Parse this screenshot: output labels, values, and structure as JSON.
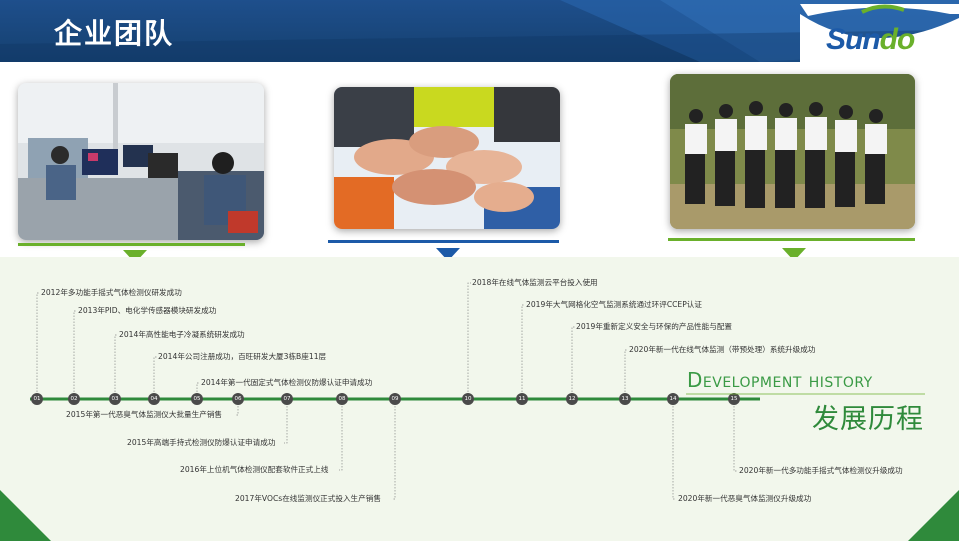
{
  "header": {
    "title": "企业团队",
    "logo": {
      "prefix": "Sun",
      "highlight": "do"
    }
  },
  "photos": [
    {
      "name": "office-workstations-photo",
      "accent": "#6ab02b"
    },
    {
      "name": "stacked-hands-photo",
      "accent": "#1c5aa8"
    },
    {
      "name": "team-huddle-photo",
      "accent": "#6ab02b"
    }
  ],
  "history": {
    "title_en": "Development history",
    "title_zh": "发展历程",
    "nodes": [
      "01",
      "02",
      "03",
      "04",
      "05",
      "06",
      "07",
      "08",
      "09",
      "10",
      "11",
      "12",
      "13",
      "14",
      "15"
    ],
    "events_above": [
      "2012年多功能手摇式气体检测仪研发成功",
      "2013年PID、电化学传感器模块研发成功",
      "2014年高性能电子冷凝系统研发成功",
      "2014年公司注册成功，百旺研发大厦3栋B座11层",
      "2014年第一代固定式气体检测仪防爆认证申请成功",
      "2018年在线气体监测云平台投入使用",
      "2019年大气网格化空气监测系统通过环评CCEP认证",
      "2019年重新定义安全与环保的产品性能与配置",
      "2020年新一代在线气体监测（带预处理）系统升级成功"
    ],
    "events_below": [
      "2015年第一代恶臭气体监测仪大批量生产销售",
      "2015年高端手持式检测仪防爆认证申请成功",
      "2016年上位机气体检测仪配套软件正式上线",
      "2017年VOCs在线监测仪正式投入生产销售",
      "2020年新一代多功能手摇式气体检测仪升级成功",
      "2020年新一代恶臭气体监测仪升级成功"
    ],
    "colors": {
      "line": "#2f8a3b",
      "node": "#4a4a4a"
    }
  }
}
